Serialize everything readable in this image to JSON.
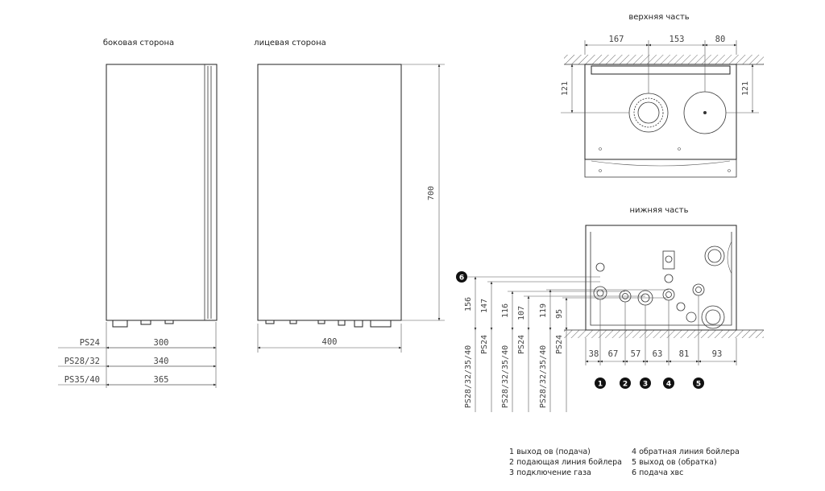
{
  "views": {
    "side": "боковая сторона",
    "front": "лицевая сторона",
    "top": "верхняя часть",
    "bottom": "нижняя часть"
  },
  "front_height": "700",
  "front_width": "400",
  "side_widths": [
    {
      "model": "PS24",
      "value": "300"
    },
    {
      "model": "PS28/32",
      "value": "340"
    },
    {
      "model": "PS35/40",
      "value": "365"
    }
  ],
  "top_dims": {
    "a": "167",
    "b": "153",
    "c": "80",
    "left_h": "121",
    "right_h": "121"
  },
  "bottom_vertical": [
    {
      "value": "156",
      "model": "PS28/32/35/40"
    },
    {
      "value": "147",
      "model": "PS24"
    },
    {
      "value": "116",
      "model": "PS28/32/35/40"
    },
    {
      "value": "107",
      "model": "PS24"
    },
    {
      "value": "119",
      "model": "PS28/32/35/40"
    },
    {
      "value": "95",
      "model": "PS24"
    }
  ],
  "bottom_horizontal": [
    "38",
    "67",
    "57",
    "63",
    "81",
    "93"
  ],
  "markers": [
    "1",
    "2",
    "3",
    "4",
    "5",
    "6"
  ],
  "legend": [
    "1 выход ов (подача)",
    "2 подающая линия бойлера",
    "3 подключение газа",
    "4 обратная линия бойлера",
    "5 выход ов (обратка)",
    "6 подача хвс"
  ]
}
